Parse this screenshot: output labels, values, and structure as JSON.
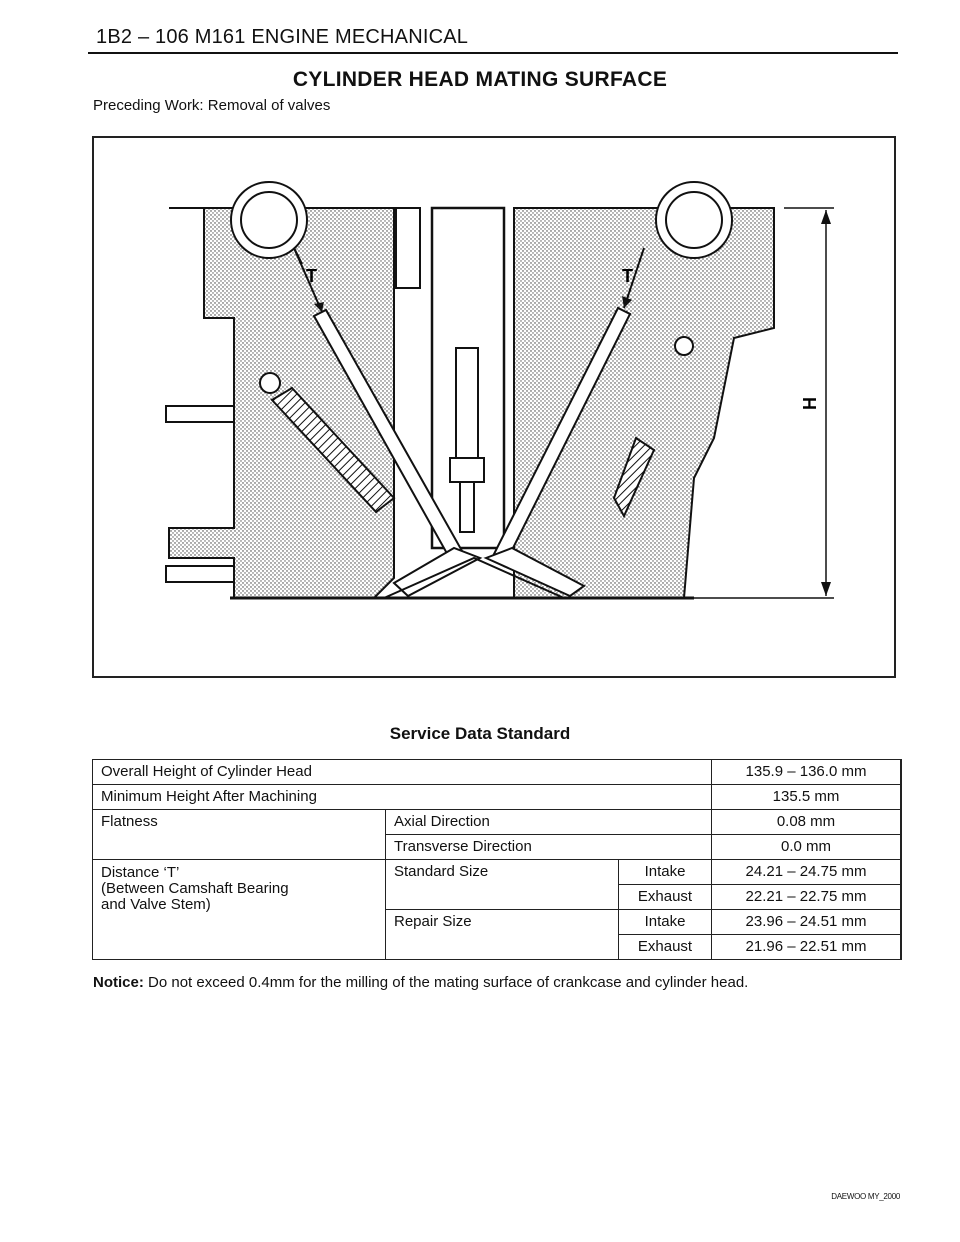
{
  "header": {
    "text": "1B2 – 106  M161 ENGINE MECHANICAL"
  },
  "title": "CYLINDER HEAD MATING SURFACE",
  "preceding_work": "Preceding Work: Removal of valves",
  "figure": {
    "labels": {
      "t_left": "T",
      "t_right": "T",
      "h": "H"
    }
  },
  "service_data": {
    "title": "Service Data Standard",
    "rows": {
      "overall_height": {
        "label": "Overall Height of Cylinder Head",
        "value": "135.9 – 136.0 mm"
      },
      "min_height": {
        "label": "Minimum Height After Machining",
        "value": "135.5 mm"
      },
      "flatness": {
        "label": "Flatness",
        "axial": {
          "label": "Axial Direction",
          "value": "0.08 mm"
        },
        "transverse": {
          "label": "Transverse Direction",
          "value": "0.0 mm"
        }
      },
      "distance_t": {
        "label_line1": "Distance ‘T’",
        "label_line2": "(Between Camshaft Bearing",
        "label_line3": "and Valve Stem)",
        "standard": {
          "label": "Standard Size",
          "intake": {
            "label": "Intake",
            "value": "24.21 – 24.75 mm"
          },
          "exhaust": {
            "label": "Exhaust",
            "value": "22.21 – 22.75 mm"
          }
        },
        "repair": {
          "label": "Repair Size",
          "intake": {
            "label": "Intake",
            "value": "23.96 – 24.51 mm"
          },
          "exhaust": {
            "label": "Exhaust",
            "value": "21.96 – 22.51 mm"
          }
        }
      }
    }
  },
  "notice": {
    "label": "Notice:",
    "text": " Do not exceed 0.4mm for the milling of the mating surface of crankcase and cylinder head."
  },
  "footer": "DAEWOO MY_2000"
}
